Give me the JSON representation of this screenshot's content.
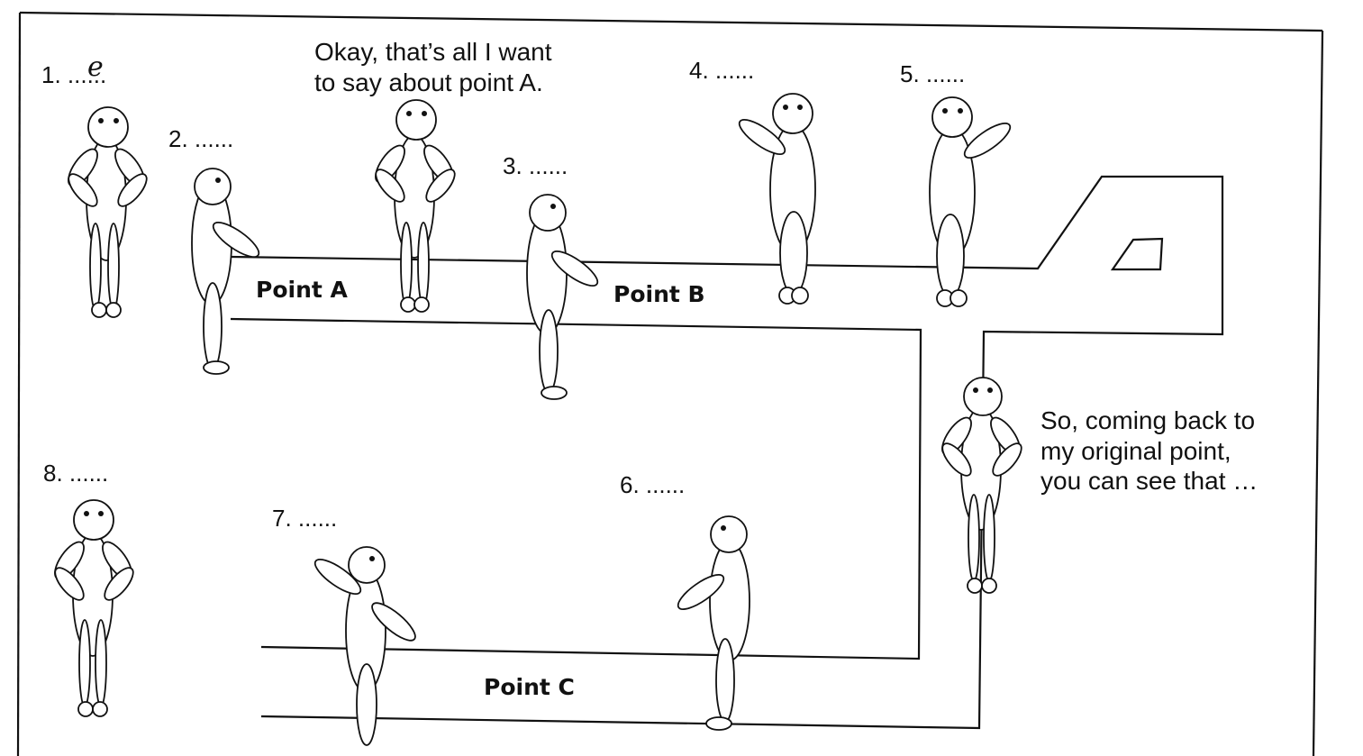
{
  "labels": {
    "item1": "1. ......",
    "item1_answer": "e",
    "item2": "2. ......",
    "item3": "3. ......",
    "item4": "4. ......",
    "item5": "5. ......",
    "item6": "6. ......",
    "item7": "7. ......",
    "item8": "8. ......"
  },
  "speech_top": {
    "line1": "Okay, that’s all I want",
    "line2": "to say about point A."
  },
  "speech_right": {
    "line1": "So, coming back to",
    "line2": "my original point,",
    "line3": "you can see that …"
  },
  "points": {
    "a": "Point A",
    "b": "Point B",
    "c": "Point C"
  }
}
